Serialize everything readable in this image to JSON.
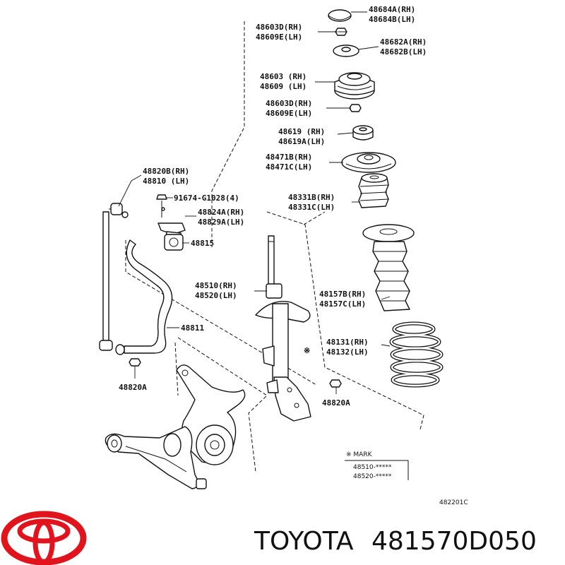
{
  "labels": {
    "p48684": [
      "48684A(RH)",
      "48684B(LH)"
    ],
    "p48603d_top": [
      "48603D(RH)",
      "48609E(LH)"
    ],
    "p48682": [
      "48682A(RH)",
      "48682B(LH)"
    ],
    "p48603": [
      "48603 (RH)",
      "48609 (LH)"
    ],
    "p48603d_mid": [
      "48603D(RH)",
      "48609E(LH)"
    ],
    "p48619": [
      "48619 (RH)",
      "48619A(LH)"
    ],
    "p48471": [
      "48471B(RH)",
      "48471C(LH)"
    ],
    "p48331": [
      "48331B(RH)",
      "48331C(LH)"
    ],
    "p48820b": [
      "48820B(RH)",
      "48810 (LH)"
    ],
    "p91674": "91674-G1028(4)",
    "p48824": [
      "48824A(RH)",
      "48829A(LH)"
    ],
    "p48815": "48815",
    "p48510": [
      "48510(RH)",
      "48520(LH)"
    ],
    "p48157": [
      "48157B(RH)",
      "48157C(LH)"
    ],
    "p48811": "48811",
    "p48131": [
      "48131(RH)",
      "48132(LH)"
    ],
    "p48820a_left": "48820A",
    "p48820a_right": "48820A",
    "mark_title": "※ MARK",
    "mark_rows": [
      "48510-*****",
      "48520-*****"
    ],
    "drawing_no": "482201C",
    "asterisk": "※"
  },
  "footer": {
    "brand": "TOYOTA",
    "part_number": "481570D050",
    "logo_color": "#e1141e"
  }
}
